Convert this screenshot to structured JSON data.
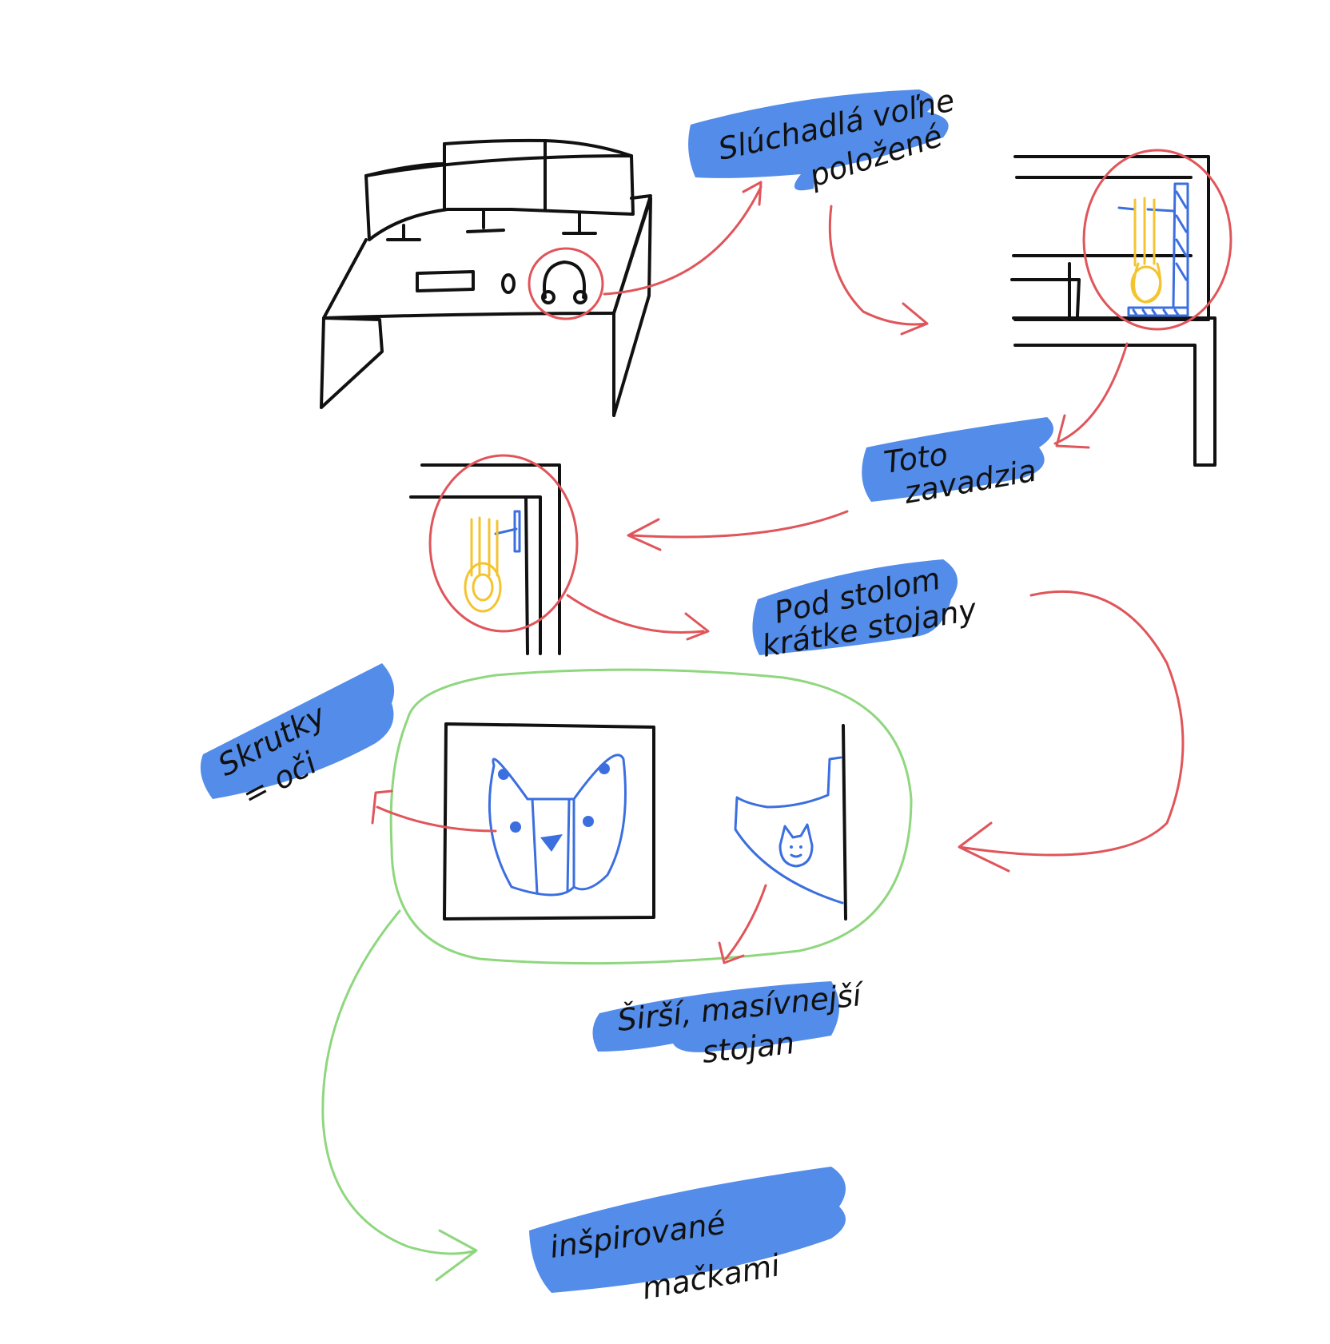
{
  "colors": {
    "ink": "#111111",
    "arrow": "#e0555a",
    "group": "#8fd77f",
    "highlight": "#4a86e8",
    "stand": "#3b6fe0",
    "headphones": "#f4c430"
  },
  "notes": {
    "headphones_loose": [
      "Slúchadlá voľne",
      "položené"
    ],
    "in_the_way": [
      "Toto",
      "zavadzia"
    ],
    "under_desk": [
      "Pod stolom",
      "krátke stojany"
    ],
    "screws_eyes": [
      "Skrutky",
      "= oči"
    ],
    "wider_stand": [
      "Širší, masívnejší",
      "stojan"
    ],
    "cat_inspired": [
      "inšpirované",
      "mačkami"
    ]
  }
}
